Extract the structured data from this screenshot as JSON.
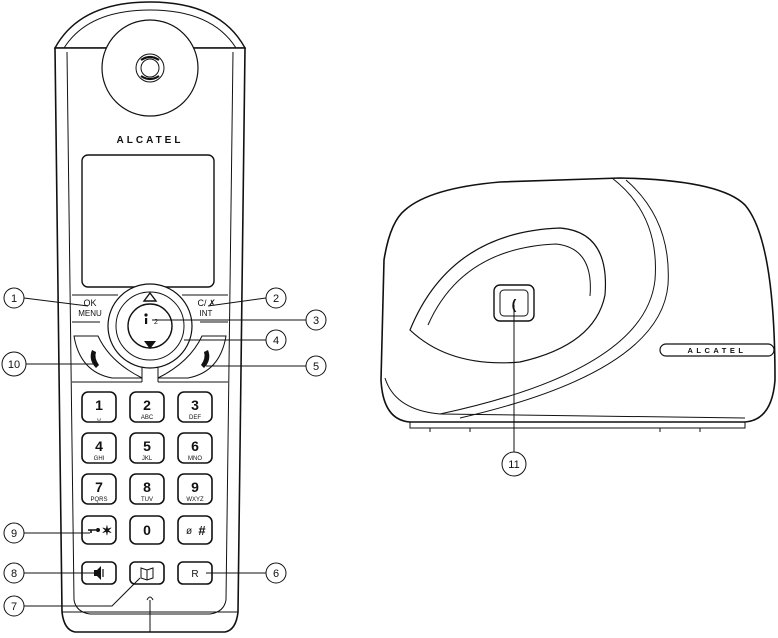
{
  "handset": {
    "brand": "ALCATEL",
    "ok_label": "OK",
    "menu_label": "MENU",
    "clear_label": "C/",
    "int_label": "INT",
    "keys": [
      {
        "digit": "1",
        "sub": "␣"
      },
      {
        "digit": "2",
        "sub": "ABC"
      },
      {
        "digit": "3",
        "sub": "DEF"
      },
      {
        "digit": "4",
        "sub": "GHI"
      },
      {
        "digit": "5",
        "sub": "JKL"
      },
      {
        "digit": "6",
        "sub": "MNO"
      },
      {
        "digit": "7",
        "sub": "PQRS"
      },
      {
        "digit": "8",
        "sub": "TUV"
      },
      {
        "digit": "9",
        "sub": "WXYZ"
      },
      {
        "digit": "✶",
        "sub": ""
      },
      {
        "digit": "0",
        "sub": ""
      },
      {
        "digit": "#",
        "sub": ""
      }
    ],
    "r_label": "R"
  },
  "base": {
    "brand": "ALCATEL"
  },
  "callouts": [
    "1",
    "2",
    "3",
    "4",
    "5",
    "6",
    "7",
    "8",
    "9",
    "10",
    "11"
  ]
}
